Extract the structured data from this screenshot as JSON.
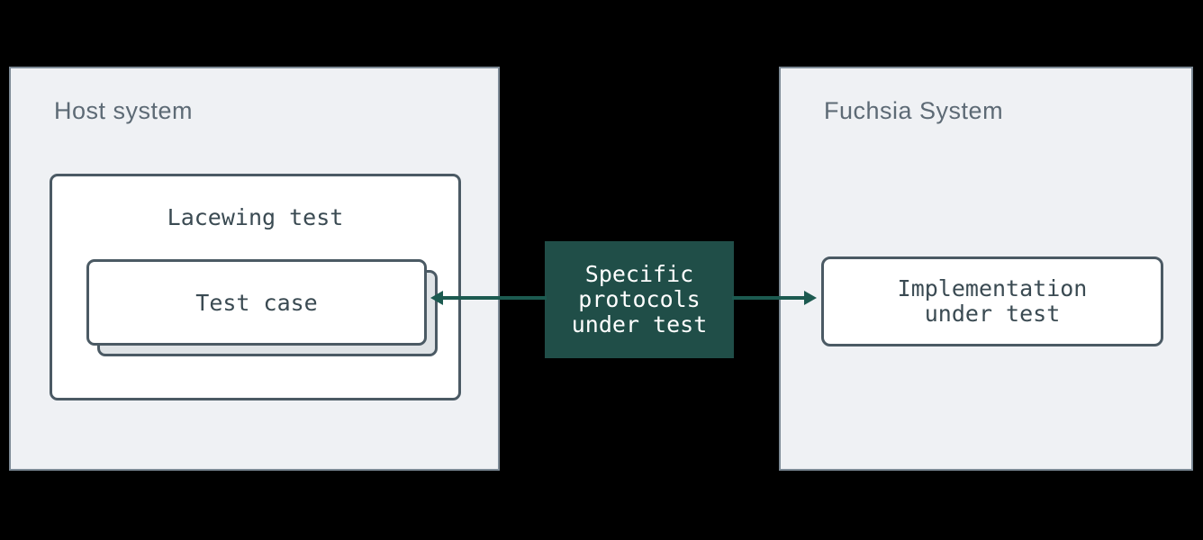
{
  "diagram": {
    "host_panel": {
      "title": "Host system",
      "lacewing_box": {
        "title": "Lacewing test",
        "test_case_label": "Test case"
      }
    },
    "protocols_box": {
      "lines": [
        "Specific",
        "protocols",
        "under test"
      ]
    },
    "fuchsia_panel": {
      "title": "Fuchsia System",
      "implementation_box": {
        "lines": [
          "Implementation",
          "under test"
        ]
      }
    },
    "colors": {
      "background": "#000000",
      "panel_fill": "#eff1f4",
      "panel_border": "#7d8a96",
      "box_border": "#4b5a64",
      "card_back_fill": "#dfe3e6",
      "protocols_box_fill": "#204e48",
      "arrow": "#1c5a50",
      "mono_text": "#3a4a52",
      "title_text": "#5d6a75"
    }
  }
}
